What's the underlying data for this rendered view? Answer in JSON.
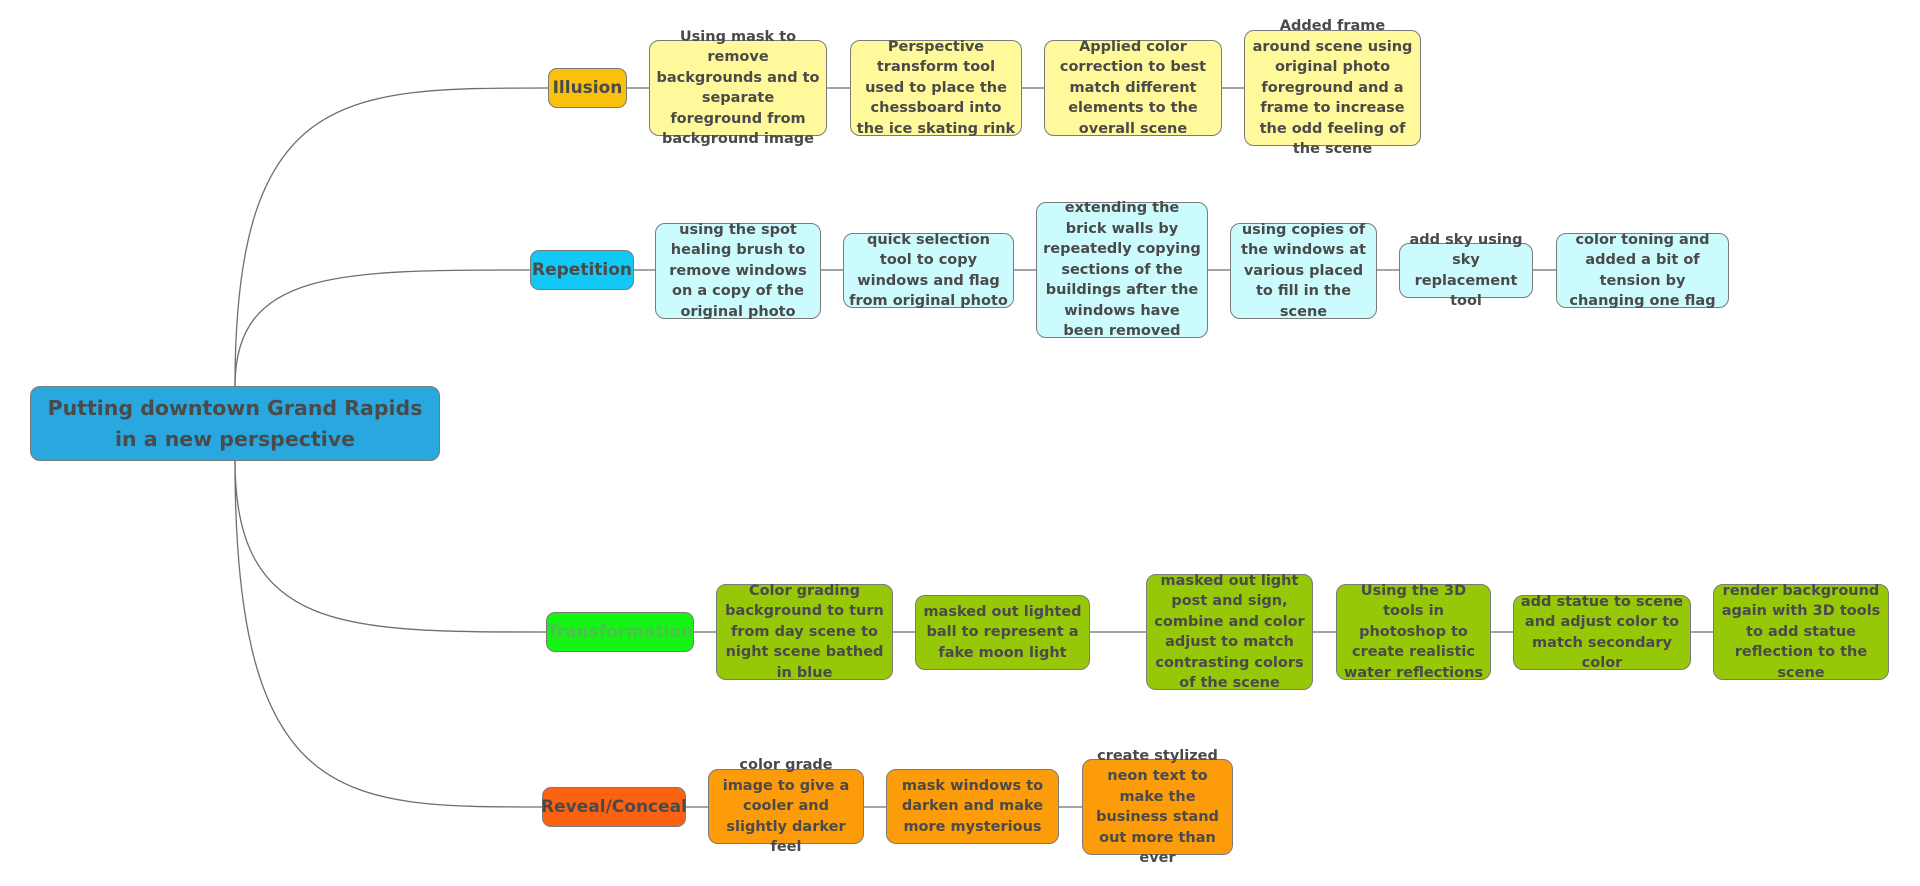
{
  "root": {
    "label": "Putting downtown Grand Rapids in a new perspective",
    "color": "#29a8e0"
  },
  "branches": [
    {
      "label": "Illusion",
      "color": "#f9c10c",
      "text_color": "#4a4a4a",
      "leaf_color": "#fff99c",
      "leaves": [
        "Using mask to remove backgrounds and to separate foreground from background image",
        "Perspective transform tool used to place the chessboard into the ice skating rink",
        "Applied color correction to best match different elements to the overall scene",
        "Added frame around scene using original photo foreground and a frame to increase the odd feeling of the scene"
      ]
    },
    {
      "label": "Repetition",
      "color": "#12c8f6",
      "text_color": "#4a4a4a",
      "leaf_color": "#ccfbfd",
      "leaves": [
        "using the spot healing brush to remove windows on a copy of the original photo",
        "quick selection tool to copy windows and flag from original photo",
        "extending the brick walls by repeatedly copying sections of the buildings after the windows have been removed",
        "using copies of the windows at various placed to fill in the scene",
        "add sky using sky replacement tool",
        "color toning and added a bit of tension by changing one flag"
      ]
    },
    {
      "label": "Transformation",
      "color": "#14f514",
      "text_color": "#4fbf4f",
      "leaf_color": "#96c808",
      "leaves": [
        "Color grading background to turn from day scene to night scene bathed in blue",
        "masked out lighted ball to represent a fake moon light",
        "masked out light post and sign, combine and color adjust to match contrasting colors of the scene",
        "Using the 3D tools in photoshop to create realistic water reflections",
        "add statue to scene and adjust color to match secondary color",
        "render background again with 3D tools to add statue reflection to the scene"
      ]
    },
    {
      "label": "Reveal/Conceal",
      "color": "#fb6312",
      "text_color": "#4a4a4a",
      "leaf_color": "#fc9c0a",
      "leaves": [
        "color grade image to give a cooler and slightly darker feel",
        "mask windows to darken and make more mysterious",
        "create stylized neon text to make the business stand out more than ever"
      ]
    }
  ],
  "line_color": "#6e6e6e"
}
